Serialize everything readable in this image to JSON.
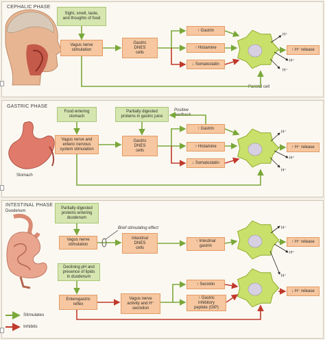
{
  "phases": {
    "cephalic": {
      "title": "CEPHALIC PHASE",
      "stimulus": "Sight, smell, taste,\nand thoughts of food",
      "vagus": "Vagus nerve\nstimulation",
      "dnes": "Gastric\nDNES\ncells",
      "gastrin": "↑ Gastrin",
      "histamine": "↑ Histamine",
      "somatostatin": "↓ Somatostatin",
      "release": "↑ H⁺ release",
      "hplus": "H⁺",
      "parietal": "Parietal cell"
    },
    "gastric": {
      "title": "GASTRIC PHASE",
      "stimulus": "Food entering\nstomach",
      "proteins": "Partially digested\nproteins in gastric juice",
      "feedback": "Positive\nfeedback",
      "vagus": "Vagus nerve and\nenteric nervous\nsystem stimulation",
      "dnes": "Gastric\nDNES\ncells",
      "gastrin": "↑ Gastrin",
      "histamine": "↑ Histamine",
      "somatostatin": "↓ Somatostatin",
      "release": "↑ H⁺ release",
      "hplus": "H⁺",
      "organ": "Stomach"
    },
    "intestinal": {
      "title": "INTESTINAL PHASE",
      "organ": "Duodenum",
      "proteins": "Partially digested\nproteins entering\nduodenum",
      "brief": "Brief stimulating effect",
      "vagus": "Vagus nerve\nstimulation",
      "dnes": "Intestinal\nDNES\ncells",
      "int_gastrin": "↑ Intestinal\ngastrin",
      "release1": "↑ H⁺ release",
      "ph": "Declining pH and\npresence of lipids\nin duodenum",
      "enterogastric": "Enterogastric\nreflex",
      "vagus2": "Vagus nerve\nactivity and H⁺\nsecretion",
      "secretin": "↑ Secretin",
      "gip": "↑ Gastric\ninhibitory\npeptide (GIP)",
      "release2": "↓ H⁺ release",
      "hplus": "H⁺"
    }
  },
  "legend": {
    "stimulates": "Stimulates",
    "inhibits": "Inhibits",
    "stimulates_color": "#7aa83a",
    "inhibits_color": "#c0392b"
  }
}
